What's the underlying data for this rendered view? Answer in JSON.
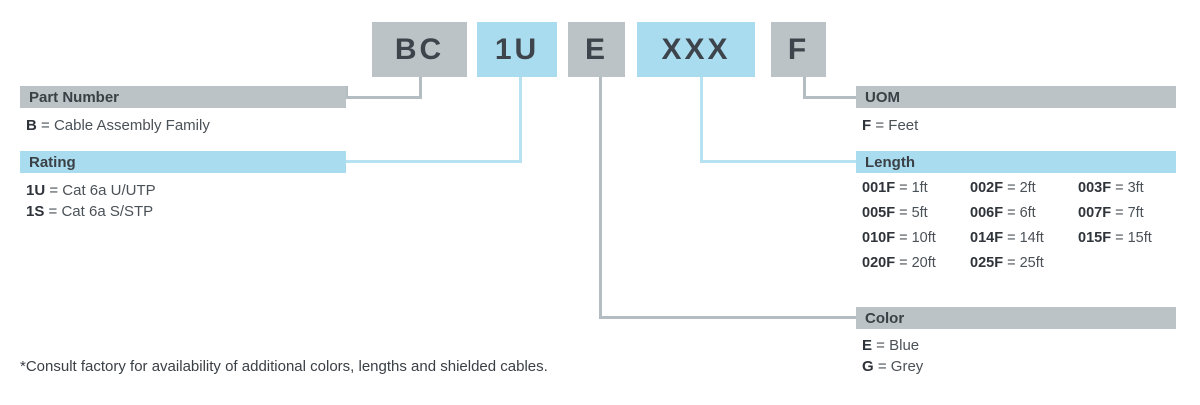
{
  "colors": {
    "grey_fill": "#bbc3c6",
    "blue_fill": "#aadcef",
    "grey_line": "#b4bdc1",
    "blue_line": "#b7e2f2",
    "text": "#3a4046"
  },
  "part_number_string": {
    "segments": [
      {
        "code": "BC",
        "style": "grey"
      },
      {
        "code": "1U",
        "style": "blue"
      },
      {
        "code": "E",
        "style": "grey"
      },
      {
        "code": "XXX",
        "style": "blue"
      },
      {
        "code": "F",
        "style": "grey"
      }
    ]
  },
  "sections": {
    "part_number": {
      "title": "Part Number",
      "style": "grey",
      "entries": [
        {
          "code": "B",
          "sep": " = ",
          "desc": "Cable Assembly Family"
        }
      ]
    },
    "rating": {
      "title": "Rating",
      "style": "blue",
      "entries": [
        {
          "code": "1U",
          "sep": " = ",
          "desc": "Cat 6a U/UTP"
        },
        {
          "code": "1S",
          "sep": " = ",
          "desc": "Cat 6a S/STP"
        }
      ]
    },
    "uom": {
      "title": "UOM",
      "style": "grey",
      "entries": [
        {
          "code": "F",
          "sep": " = ",
          "desc": "Feet"
        }
      ]
    },
    "length": {
      "title": "Length",
      "style": "blue",
      "rows": [
        [
          {
            "code": "001F",
            "sep": " = ",
            "desc": "1ft"
          },
          {
            "code": "002F",
            "sep": " = ",
            "desc": "2ft"
          },
          {
            "code": "003F",
            "sep": " = ",
            "desc": "3ft"
          }
        ],
        [
          {
            "code": "005F",
            "sep": " = ",
            "desc": "5ft"
          },
          {
            "code": "006F",
            "sep": " = ",
            "desc": "6ft"
          },
          {
            "code": "007F",
            "sep": " = ",
            "desc": "7ft"
          }
        ],
        [
          {
            "code": "010F",
            "sep": " = ",
            "desc": "10ft"
          },
          {
            "code": "014F",
            "sep": " = ",
            "desc": "14ft"
          },
          {
            "code": "015F",
            "sep": " = ",
            "desc": "15ft"
          }
        ],
        [
          {
            "code": "020F",
            "sep": " = ",
            "desc": "20ft"
          },
          {
            "code": "025F",
            "sep": " = ",
            "desc": "25ft"
          }
        ]
      ]
    },
    "color": {
      "title": "Color",
      "style": "grey",
      "entries": [
        {
          "code": "E",
          "sep": " = ",
          "desc": "Blue"
        },
        {
          "code": "G",
          "sep": " = ",
          "desc": "Grey"
        }
      ]
    }
  },
  "footnote": "*Consult factory for availability of additional colors, lengths and shielded cables."
}
